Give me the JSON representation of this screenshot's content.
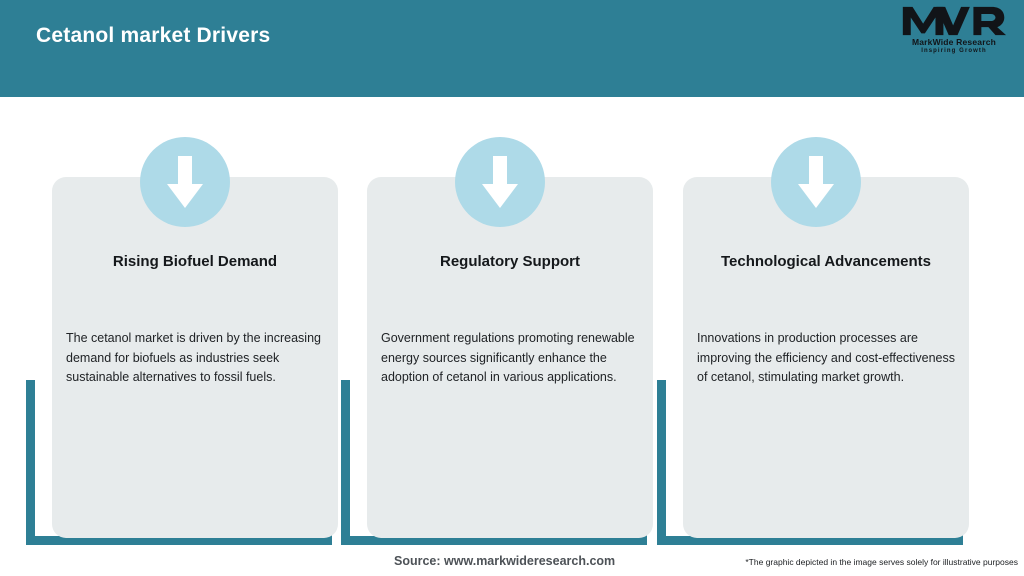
{
  "header": {
    "title": "Cetanol market Drivers",
    "background_color": "#2E7F95",
    "title_color": "#FFFFFF"
  },
  "logo": {
    "mark": "MWR",
    "name": "MarkWide Research",
    "tagline": "Inspiring Growth"
  },
  "theme": {
    "accent_teal": "#2E7F95",
    "card_gray": "#E7EBEC",
    "circle_blue": "#AEDAE8",
    "arrow_white": "#FFFFFF",
    "page_background": "#FFFFFF"
  },
  "cards": [
    {
      "icon": "arrow-down-icon",
      "title": "Rising Biofuel Demand",
      "body": "The cetanol market is driven by the increasing demand for biofuels as industries seek sustainable alternatives to fossil fuels."
    },
    {
      "icon": "arrow-down-icon",
      "title": "Regulatory Support",
      "body": "Government regulations promoting renewable energy sources significantly enhance the adoption of cetanol in various applications."
    },
    {
      "icon": "arrow-down-icon",
      "title": "Technological Advancements",
      "body": "Innovations in production processes are improving the efficiency and cost-effectiveness of cetanol, stimulating market growth."
    }
  ],
  "footer": {
    "source": "Source: www.markwideresearch.com",
    "disclaimer": "*The graphic depicted in the image serves solely for illustrative purposes"
  }
}
